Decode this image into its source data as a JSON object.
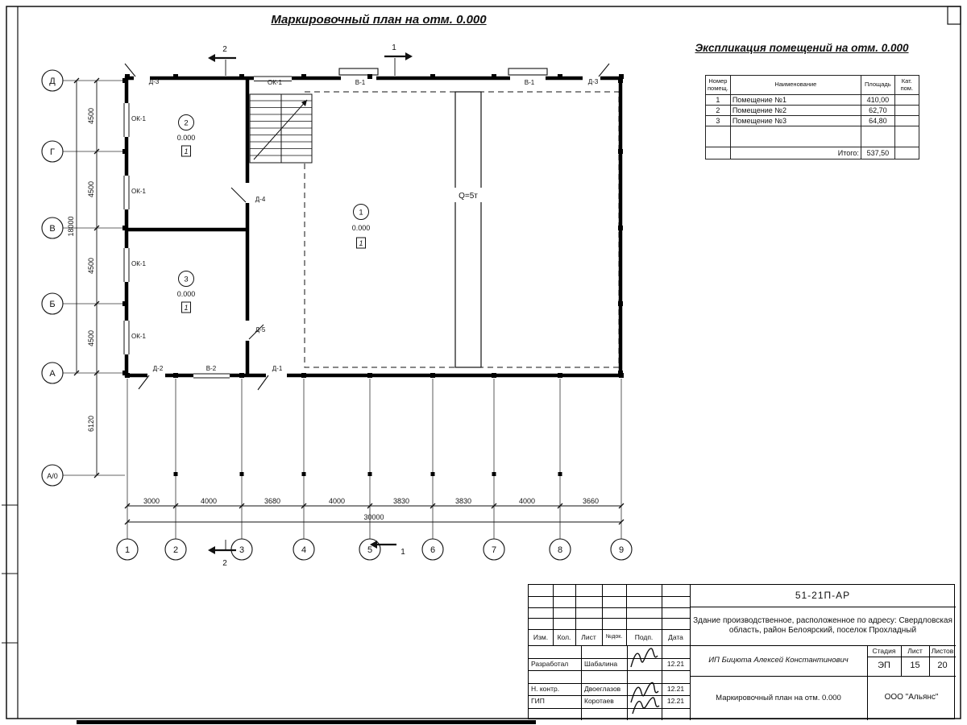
{
  "title": "Маркировочный план на отм. 0.000",
  "explication": {
    "heading": "Экспликация помещений на отм. 0.000",
    "cols": {
      "num": "Номер\nпомещ.",
      "name": "Наименование",
      "area": "Площадь",
      "cat": "Кат.\nпом."
    },
    "rows": [
      {
        "num": "1",
        "name": "Помещение №1",
        "area": "410,00",
        "cat": ""
      },
      {
        "num": "2",
        "name": "Помещение №2",
        "area": "62,70",
        "cat": ""
      },
      {
        "num": "3",
        "name": "Помещение №3",
        "area": "64,80",
        "cat": ""
      }
    ],
    "total_label": "Итого:",
    "total": "537,50"
  },
  "plan": {
    "axis_rows": [
      "Д",
      "Г",
      "В",
      "Б",
      "А",
      "А/0"
    ],
    "axis_cols": [
      "1",
      "2",
      "3",
      "4",
      "5",
      "6",
      "7",
      "8",
      "9"
    ],
    "dims_v": [
      "4500",
      "4500",
      "4500",
      "4500",
      "6120"
    ],
    "dim_v_total": "18000",
    "dims_h": [
      "3000",
      "4000",
      "3680",
      "4000",
      "3830",
      "3830",
      "4000",
      "3660"
    ],
    "dim_h_total": "30000",
    "openings": [
      "Д-3",
      "ОК-1",
      "В-1",
      "В-1",
      "Д-3",
      "ОК-1",
      "ОК-1",
      "ОК-1",
      "ОК-1",
      "Д-4",
      "Д-5",
      "Д-2",
      "В-2",
      "Д-1"
    ],
    "rooms": [
      {
        "num": "2",
        "elev": "0.000",
        "mark": "1"
      },
      {
        "num": "3",
        "elev": "0.000",
        "mark": "1"
      },
      {
        "num": "1",
        "elev": "0.000",
        "mark": "1"
      }
    ],
    "crane": "Q=5т",
    "sections": {
      "s1": "1",
      "s2": "2"
    }
  },
  "titleblock": {
    "doc_number": "51-21П-АР",
    "project_desc": "Здание производственное, расположенное по адресу: Свердловская область, район Белоярский, поселок Прохладный",
    "cols": {
      "izm": "Изм.",
      "kol": "Кол.",
      "list": "Лист",
      "ndok": "№док.",
      "podp": "Подп.",
      "data": "Дата"
    },
    "signers": [
      {
        "role": "Разработал",
        "name": "Шабалина",
        "date": "12.21"
      },
      {
        "role": "Н. контр.",
        "name": "Двоеглазов",
        "date": "12.21"
      },
      {
        "role": "ГИП",
        "name": "Коротаев",
        "date": "12.21"
      }
    ],
    "client": "ИП Бицюта Алексей Константинович",
    "stage_label": "Стадия",
    "sheet_label": "Лист",
    "sheets_label": "Листов",
    "stage": "ЭП",
    "sheet": "15",
    "sheets": "20",
    "drawing_name": "Маркировочный план на отм. 0.000",
    "company": "ООО \"Альянс\""
  }
}
